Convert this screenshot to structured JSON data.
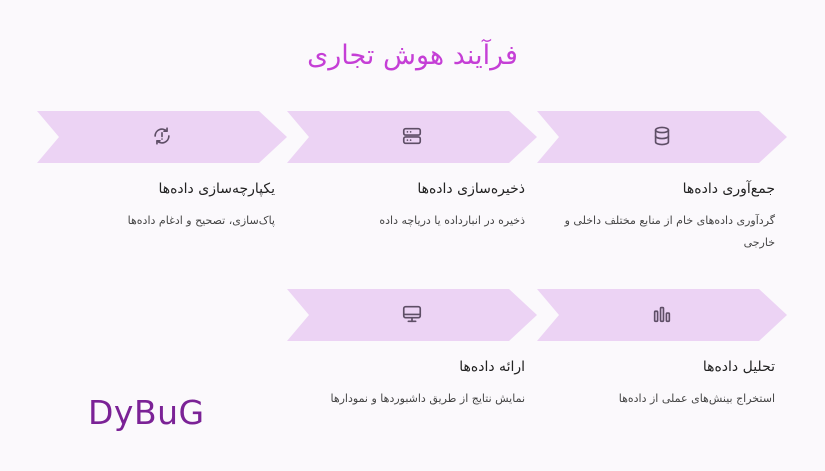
{
  "title": "فرآیند هوش تجاری",
  "logo": "DyBuG",
  "steps": [
    {
      "title": "جمع‌آوری داده‌ها",
      "description": "گردآوری داده‌های خام از منابع مختلف داخلی و خارجی",
      "icon": "database-icon"
    },
    {
      "title": "ذخیره‌سازی داده‌ها",
      "description": "ذخیره در انبارداده یا دریاچه داده",
      "icon": "server-icon"
    },
    {
      "title": "یکپارچه‌سازی داده‌ها",
      "description": "پاک‌سازی، تصحیح و ادغام داده‌ها",
      "icon": "refresh-alert-icon"
    },
    {
      "title": "تحلیل داده‌ها",
      "description": "استخراج بینش‌های عملی از داده‌ها",
      "icon": "bar-chart-icon"
    },
    {
      "title": "ارائه داده‌ها",
      "description": "نمایش نتایج از طریق داشبوردها و نمودارها",
      "icon": "monitor-icon"
    }
  ],
  "colors": {
    "title": "#c53fd6",
    "chevron": "#ecd3f4",
    "icon": "#5e4e66",
    "logo": "#7b2296"
  }
}
